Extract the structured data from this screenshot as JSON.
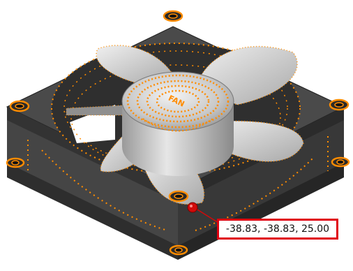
{
  "viewport": {
    "model": "cooling-fan",
    "hub_label": "FAN",
    "probe_coordinate": "-38.83, -38.83, 25.00"
  },
  "colors": {
    "background": "#ffffff",
    "frame": "#4a4a4a",
    "frame_dark": "#2c2c2c",
    "blade": "#d9d9d9",
    "highlight": "#ff8c00",
    "probe": "#d10a0a",
    "label_border": "#e0000f"
  }
}
